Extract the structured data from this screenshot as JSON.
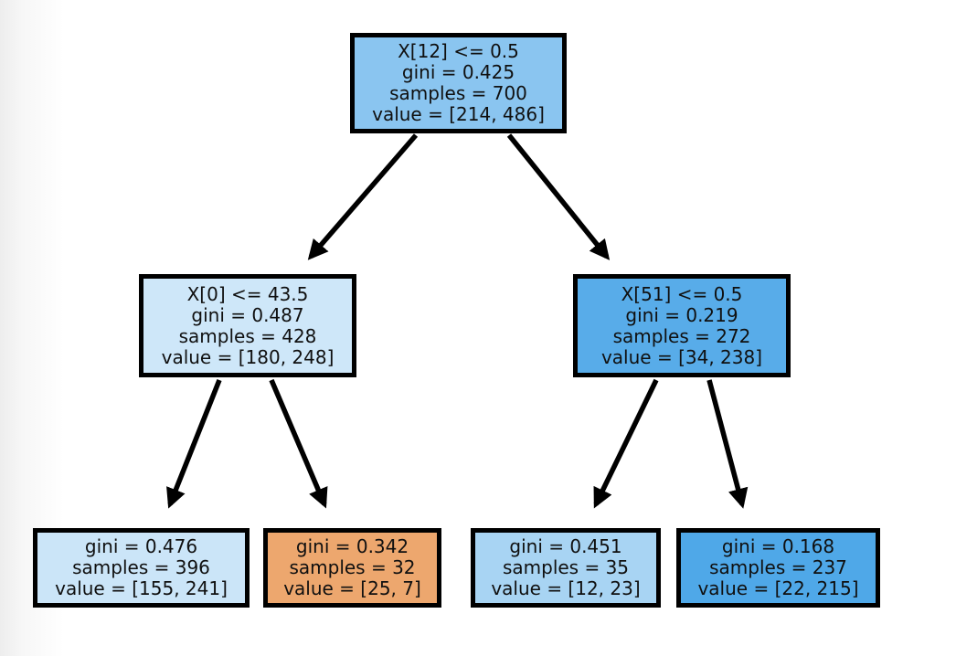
{
  "tree": {
    "type": "decision-tree",
    "edge_color": "#000000",
    "border_color": "#000000",
    "text_color": "#101010",
    "nodes": [
      {
        "id": "root",
        "lines": [
          "X[12] <= 0.5",
          "gini = 0.425",
          "samples = 700",
          "value = [214, 486]"
        ],
        "fill": "#8AC5F0"
      },
      {
        "id": "left-internal",
        "lines": [
          "X[0] <= 43.5",
          "gini = 0.487",
          "samples = 428",
          "value = [180, 248]"
        ],
        "fill": "#CEE7F9"
      },
      {
        "id": "right-internal",
        "lines": [
          "X[51] <= 0.5",
          "gini = 0.219",
          "samples = 272",
          "value = [34, 238]"
        ],
        "fill": "#58ACE9"
      },
      {
        "id": "leaf-1",
        "lines": [
          "gini = 0.476",
          "samples = 396",
          "value = [155, 241]"
        ],
        "fill": "#CBE5F8"
      },
      {
        "id": "leaf-2",
        "lines": [
          "gini = 0.342",
          "samples = 32",
          "value = [25, 7]"
        ],
        "fill": "#EDA76E"
      },
      {
        "id": "leaf-3",
        "lines": [
          "gini = 0.451",
          "samples = 35",
          "value = [12, 23]"
        ],
        "fill": "#A8D4F3"
      },
      {
        "id": "leaf-4",
        "lines": [
          "gini = 0.168",
          "samples = 237",
          "value = [22, 215]"
        ],
        "fill": "#4FA8E8"
      }
    ],
    "edges": [
      {
        "from": "root",
        "to": "left-internal"
      },
      {
        "from": "root",
        "to": "right-internal"
      },
      {
        "from": "left-internal",
        "to": "leaf-1"
      },
      {
        "from": "left-internal",
        "to": "leaf-2"
      },
      {
        "from": "right-internal",
        "to": "leaf-3"
      },
      {
        "from": "right-internal",
        "to": "leaf-4"
      }
    ]
  }
}
